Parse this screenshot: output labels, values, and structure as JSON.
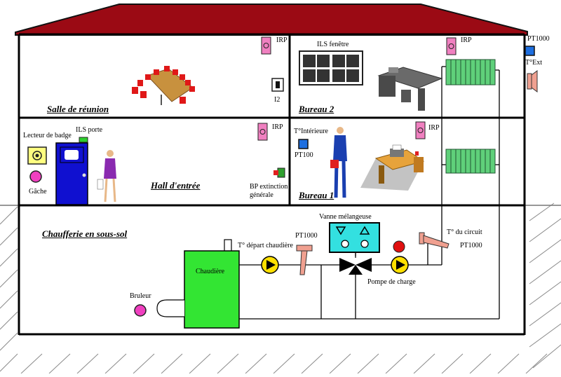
{
  "rooms": {
    "meeting": "Salle de réunion",
    "office2": "Bureau 2",
    "hall": "Hall d'entrée",
    "office1": "Bureau 1",
    "boiler_room": "Chaufferie en sous-sol"
  },
  "labels": {
    "irp": "IRP",
    "i2": "I2",
    "ils_window": "ILS fenêtre",
    "pt1000": "PT1000",
    "t_ext": "T°Ext",
    "badge_reader": "Lecteur de badge",
    "ils_door": "ILS porte",
    "gache": "Gâche",
    "t_interior": "T°Intérieure",
    "pt100": "PT100",
    "bp_line1": "BP extinction",
    "bp_line2": "générale",
    "mixing_valve": "Vanne mélangeuse",
    "circuit_temp": "T° du circuit",
    "boiler_temp": "T° départ chaudière",
    "boiler": "Chaudière",
    "burner": "Bruleur",
    "charge_pump": "Pompe de charge"
  },
  "colors": {
    "roof": "#9b0a14",
    "walls": "#000000",
    "boiler": "#33e533",
    "door": "#1010d0",
    "valve_box": "#33e0e0",
    "pump": "#ffe000",
    "radiator": "#5fd07a",
    "sensor_blue": "#1e6fe0",
    "sensor_pink": "#f080c0"
  }
}
